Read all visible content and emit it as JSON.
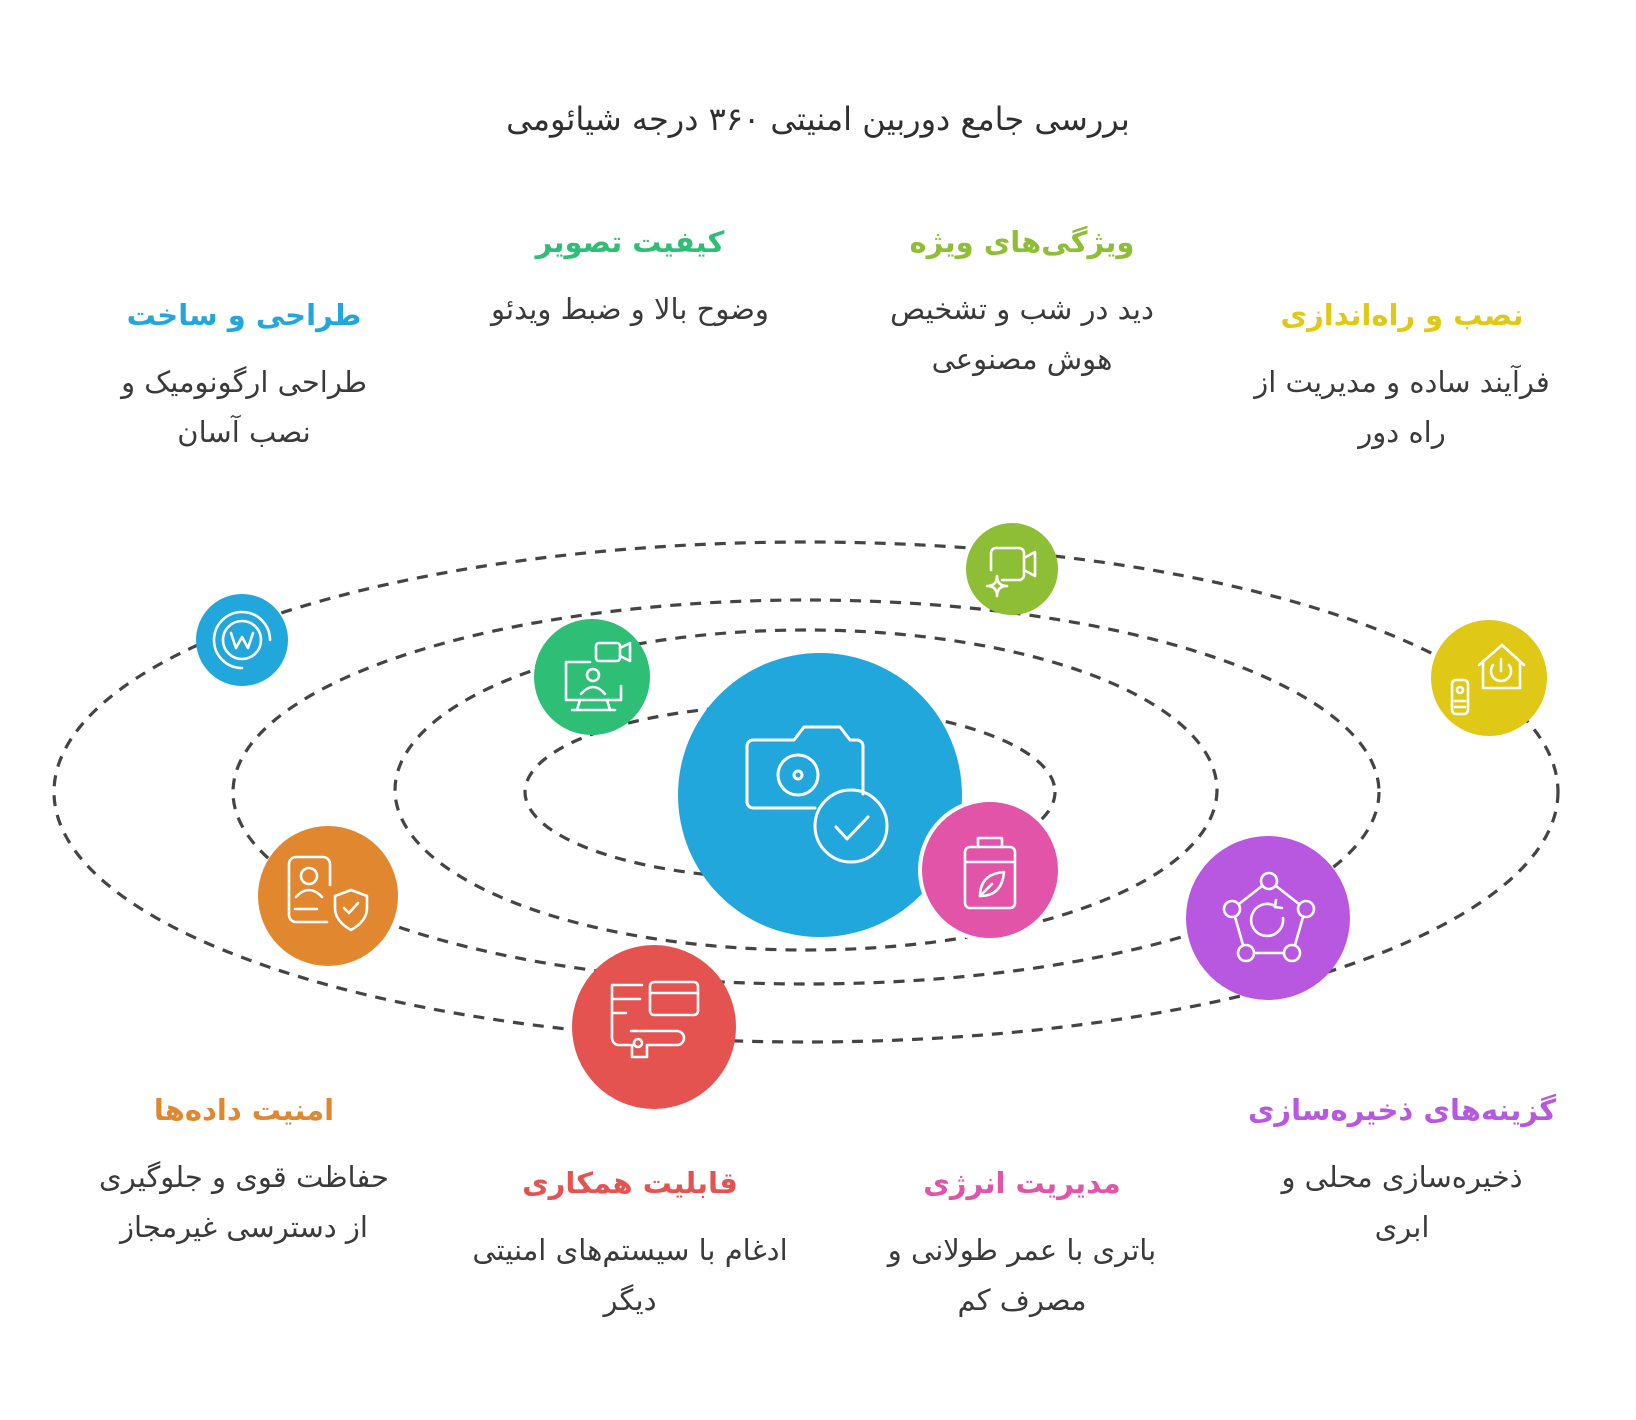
{
  "title": "بررسی جامع دوربین امنیتی ۳۶۰ درجه شیائومی",
  "colors": {
    "center": "#22a7dc",
    "design": "#22a7dc",
    "image_quality": "#2fbe76",
    "features": "#8ebe35",
    "installation": "#e0c816",
    "data_security": "#e0872f",
    "integration": "#e4534f",
    "energy": "#e154a8",
    "storage": "#b858e0",
    "orbit": "#444444"
  },
  "center_icon": "camera-check-icon",
  "topics": [
    {
      "key": "design",
      "title": "طراحی و ساخت",
      "desc": [
        "طراحی ارگونومیک و",
        "نصب آسان"
      ],
      "icon": "wechat-w-icon",
      "color": "#22a7dc"
    },
    {
      "key": "image_quality",
      "title": "کیفیت تصویر",
      "desc": [
        "وضوح بالا و ضبط ویدئو"
      ],
      "icon": "monitor-video-icon",
      "color": "#2fbe76"
    },
    {
      "key": "features",
      "title": "ویژگی‌های ویژه",
      "desc": [
        "دید در شب و تشخیص",
        "هوش مصنوعی"
      ],
      "icon": "video-sparkle-icon",
      "color": "#8ebe35"
    },
    {
      "key": "installation",
      "title": "نصب و راه‌اندازی",
      "desc": [
        "فرآیند ساده و مدیریت از",
        "راه دور"
      ],
      "icon": "smart-home-remote-icon",
      "color": "#e0c816"
    },
    {
      "key": "data_security",
      "title": "امنیت داده‌ها",
      "desc": [
        "حفاظت قوی و جلوگیری",
        "از دسترسی غیرمجاز"
      ],
      "icon": "id-badge-shield-icon",
      "color": "#e0872f"
    },
    {
      "key": "integration",
      "title": "قابلیت همکاری",
      "desc": [
        "ادغام با سیستم‌های امنیتی",
        "دیگر"
      ],
      "icon": "card-terminal-icon",
      "color": "#e4534f"
    },
    {
      "key": "energy",
      "title": "مدیریت انرژی",
      "desc": [
        "باتری با عمر طولانی و",
        "مصرف کم"
      ],
      "icon": "eco-battery-icon",
      "color": "#e154a8"
    },
    {
      "key": "storage",
      "title": "گزینه‌های ذخیره‌سازی",
      "desc": [
        "ذخیره‌سازی محلی و",
        "ابری"
      ],
      "icon": "network-sync-icon",
      "color": "#b858e0"
    }
  ]
}
